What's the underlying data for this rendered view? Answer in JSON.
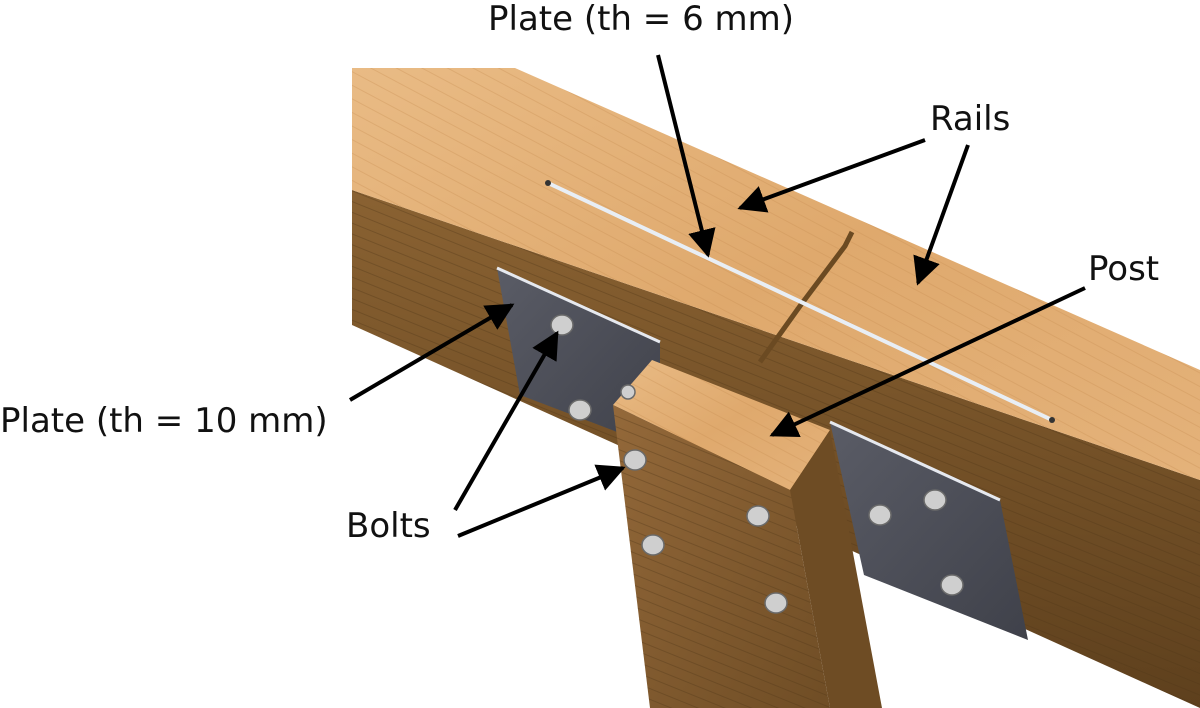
{
  "labels": {
    "plate_top": "Plate (th = 6 mm)",
    "rails": "Rails",
    "post": "Post",
    "plate_side": "Plate (th = 10 mm)",
    "bolts": "Bolts"
  },
  "colors": {
    "wood_top": "#e0ac72",
    "wood_side": "#7a5528",
    "wood_post_side": "#8b6231",
    "steel_plate": "#4a4c55",
    "bolt": "#c9c9c9",
    "arrow": "#000000"
  }
}
